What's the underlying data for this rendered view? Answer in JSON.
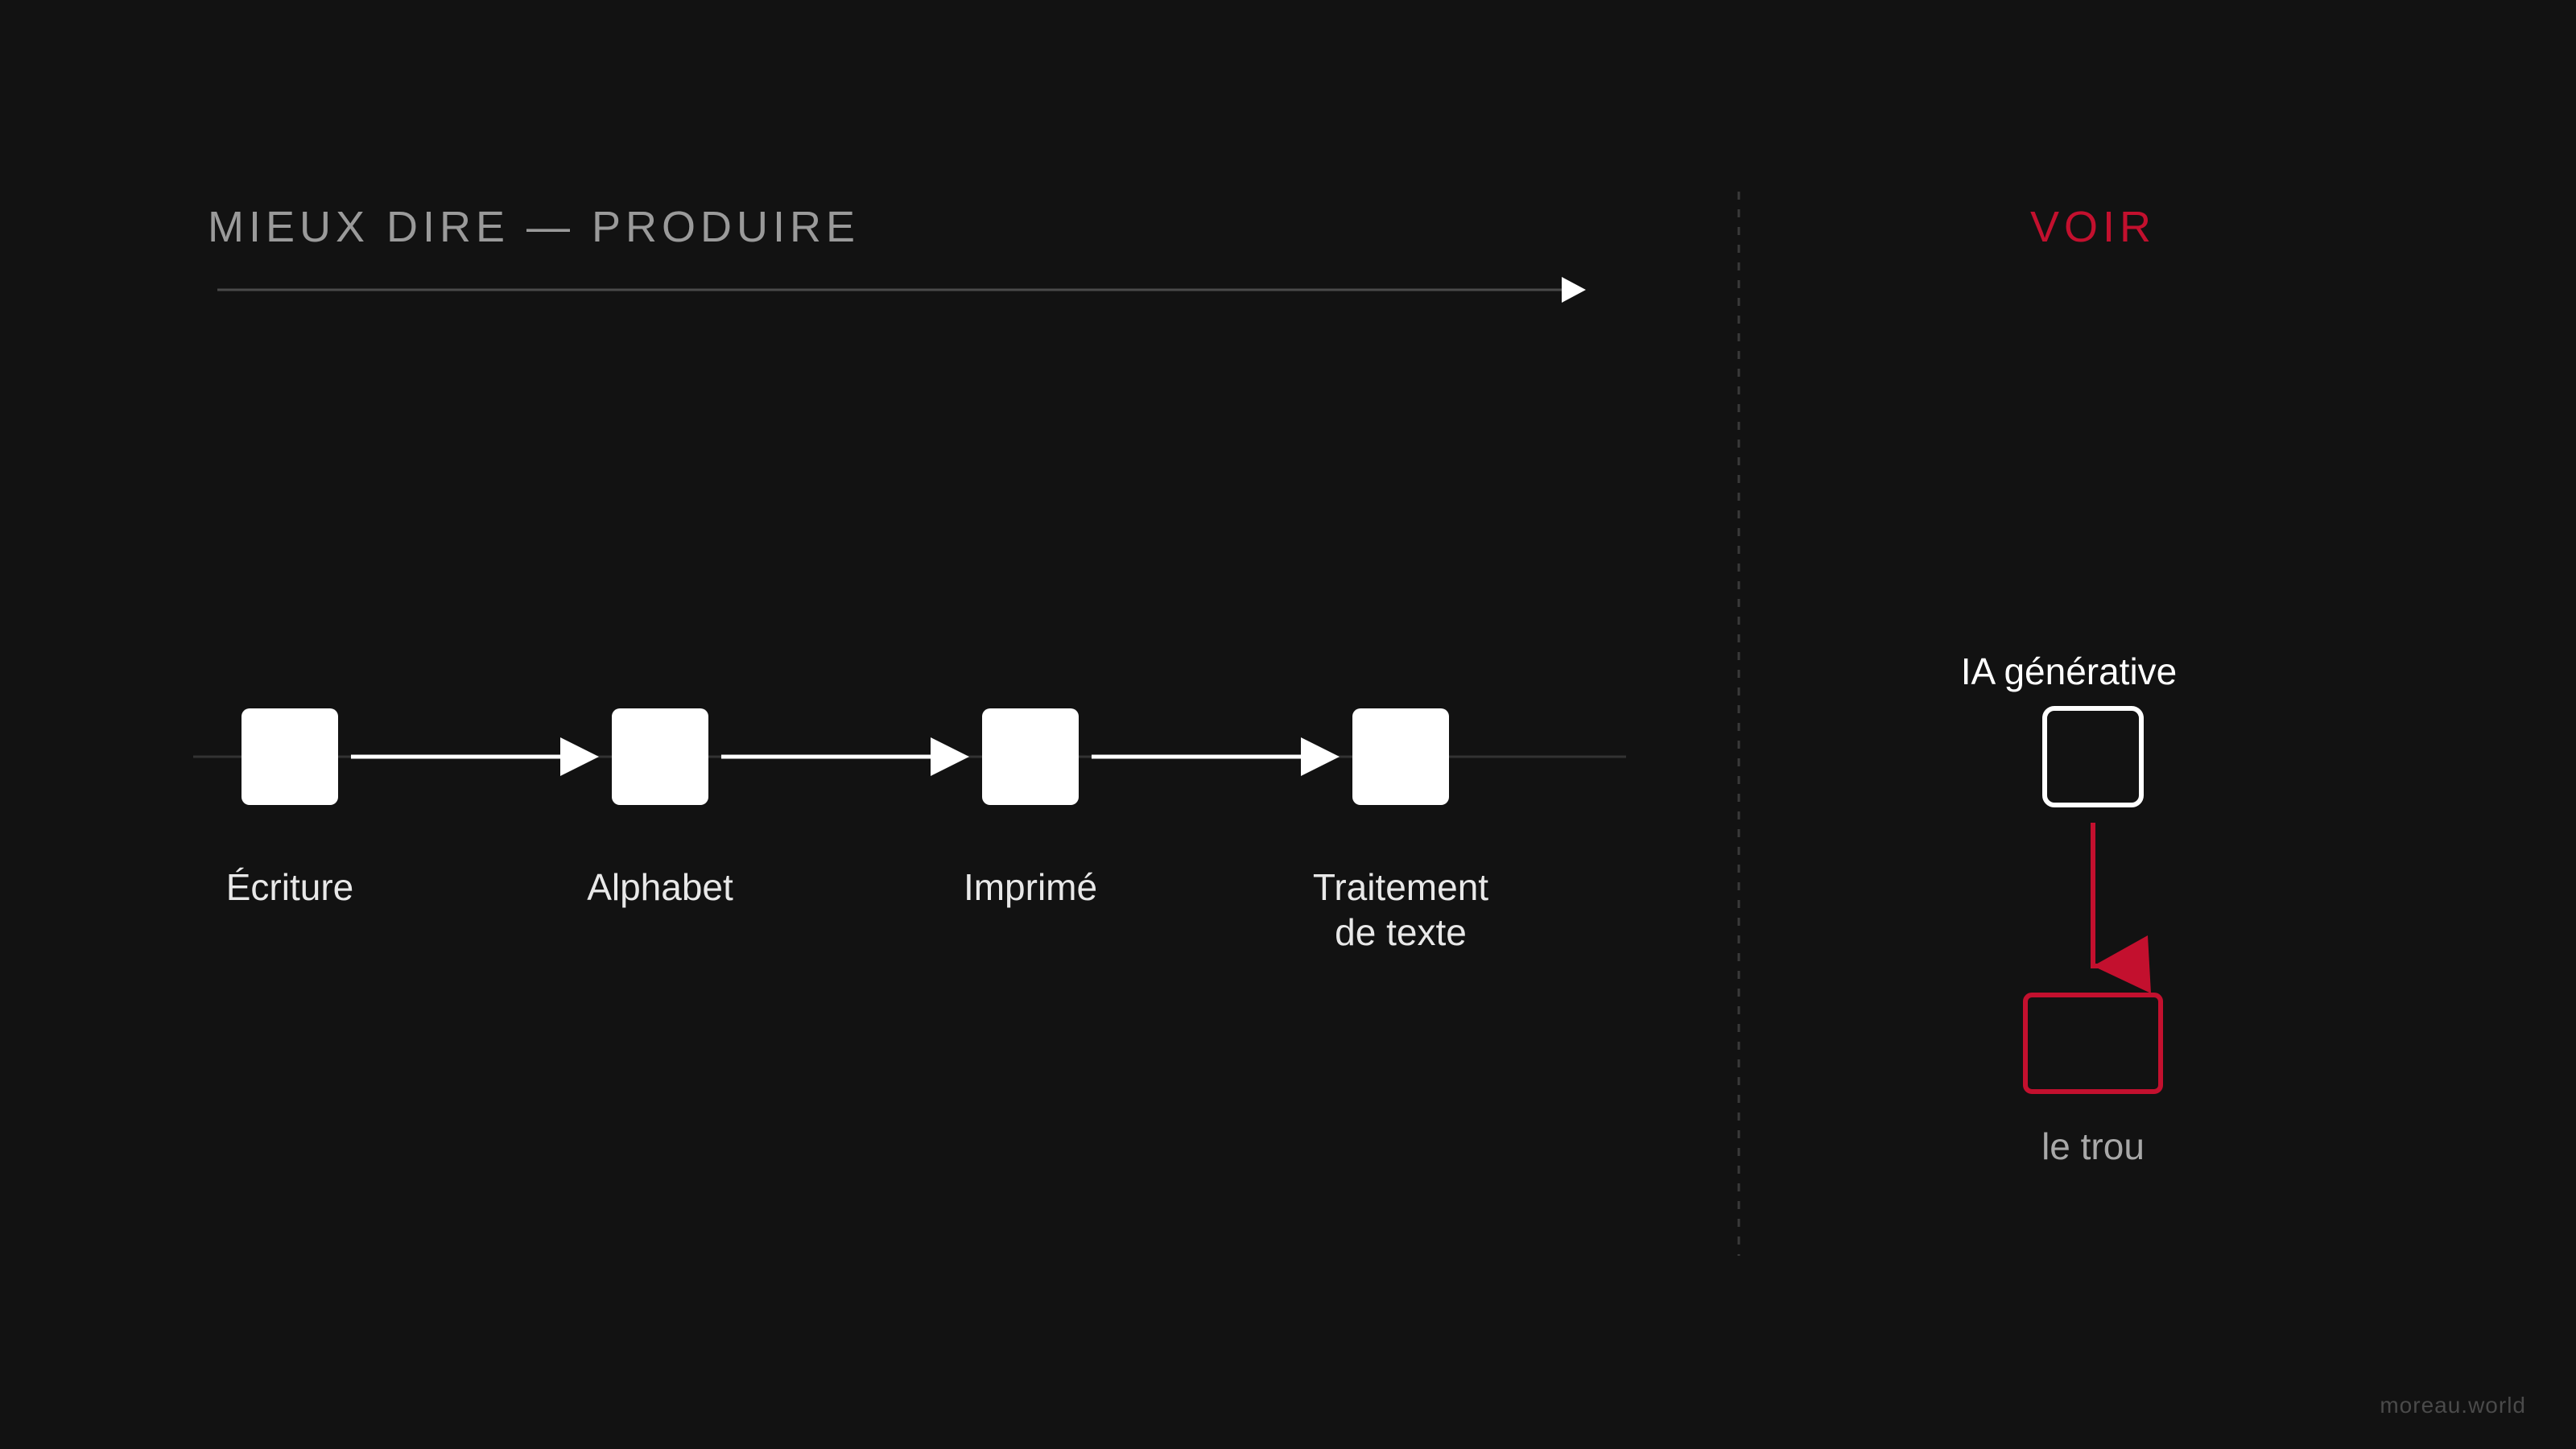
{
  "header": {
    "left_title": "MIEUX DIRE — PRODUIRE",
    "right_title": "VOIR"
  },
  "timeline": {
    "nodes": [
      {
        "label": "Écriture"
      },
      {
        "label": "Alphabet"
      },
      {
        "label": "Imprimé"
      },
      {
        "label": "Traitement\nde texte"
      }
    ]
  },
  "right_panel": {
    "top_label": "IA générative",
    "bottom_label": "le trou"
  },
  "footer": {
    "credit": "moreau.world"
  },
  "colors": {
    "background": "#121212",
    "accent": "#c3102e",
    "node_fill": "#ffffff",
    "muted_text": "#9a9a9a"
  }
}
